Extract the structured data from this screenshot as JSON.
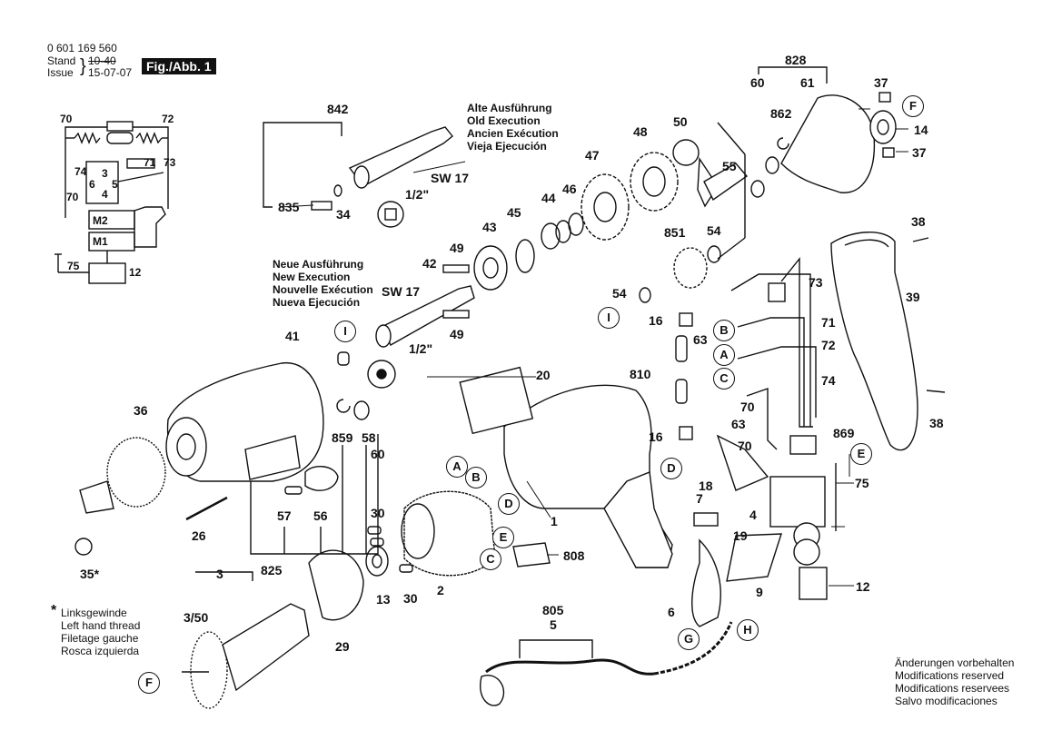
{
  "header": {
    "part_number": "0 601 169 560",
    "stand_label": "Stand",
    "issue_label": "Issue",
    "old_date": "10-40",
    "date": "15-07-07",
    "figure": "Fig./Abb. 1"
  },
  "notes": {
    "old_execution": [
      "Alte Ausführung",
      "Old Execution",
      "Ancien Exécution",
      "Vieja Ejecución"
    ],
    "new_execution": [
      "Neue Ausführung",
      "New Execution",
      "Nouvelle Exécution",
      "Nueva Ejecución"
    ],
    "left_hand": [
      "Linksgewinde",
      "Left hand thread",
      "Filetage gauche",
      "Rosca izquierda"
    ],
    "left_hand_star": "*",
    "modifications": [
      "Änderungen vorbehalten",
      "Modifications reserved",
      "Modifications reservees",
      "Salvo modificaciones"
    ]
  },
  "callouts": {
    "n842": "842",
    "n835": "835",
    "n34": "34",
    "sw17a": "SW 17",
    "half_a": "1/2\"",
    "n42": "42",
    "sw17b": "SW 17",
    "half_b": "1/2\"",
    "n49a": "49",
    "n49b": "49",
    "n43": "43",
    "n45": "45",
    "n44": "44",
    "n46": "46",
    "n47": "47",
    "n48": "48",
    "n50": "50",
    "n55": "55",
    "n54a": "54",
    "n54b": "54",
    "n851": "851",
    "n828": "828",
    "n60a": "60",
    "n61": "61",
    "n37a": "37",
    "n37b": "37",
    "n862": "862",
    "n14": "14",
    "n38a": "38",
    "n38b": "38",
    "n39": "39",
    "n73": "73",
    "n71": "71",
    "n72": "72",
    "n74": "74",
    "n16a": "16",
    "n16b": "16",
    "n63a": "63",
    "n63b": "63",
    "n810": "810",
    "n70": "70",
    "n70b": "70",
    "n869": "869",
    "n18": "18",
    "n75": "75",
    "n7": "7",
    "n4": "4",
    "n19": "19",
    "n9": "9",
    "n12": "12",
    "n6": "6",
    "n805": "805",
    "n5": "5",
    "n20": "20",
    "n1": "1",
    "n808": "808",
    "n2": "2",
    "n41": "41",
    "n36": "36",
    "n859": "859",
    "n58": "58",
    "n60b": "60",
    "n26": "26",
    "n57": "57",
    "n56": "56",
    "n30a": "30",
    "n30b": "30",
    "n825": "825",
    "n13": "13",
    "n35": "35*",
    "n3": "3",
    "n350": "3/50",
    "n29": "29",
    "w70": "70",
    "w72": "72",
    "w71": "71",
    "w73": "73",
    "w74": "74",
    "w3": "3",
    "w6": "6",
    "w5": "5",
    "w4": "4",
    "w70b": "70",
    "m2": "M2",
    "m1": "M1",
    "w75": "75",
    "w12": "12"
  },
  "circled": {
    "A1": "A",
    "B1": "B",
    "D1": "D",
    "E1": "E",
    "C1": "C",
    "B2": "B",
    "A2": "A",
    "C2": "C",
    "D2": "D",
    "E2": "E",
    "F1": "F",
    "F2": "F",
    "G": "G",
    "H": "H",
    "I1": "I",
    "I2": "I"
  }
}
